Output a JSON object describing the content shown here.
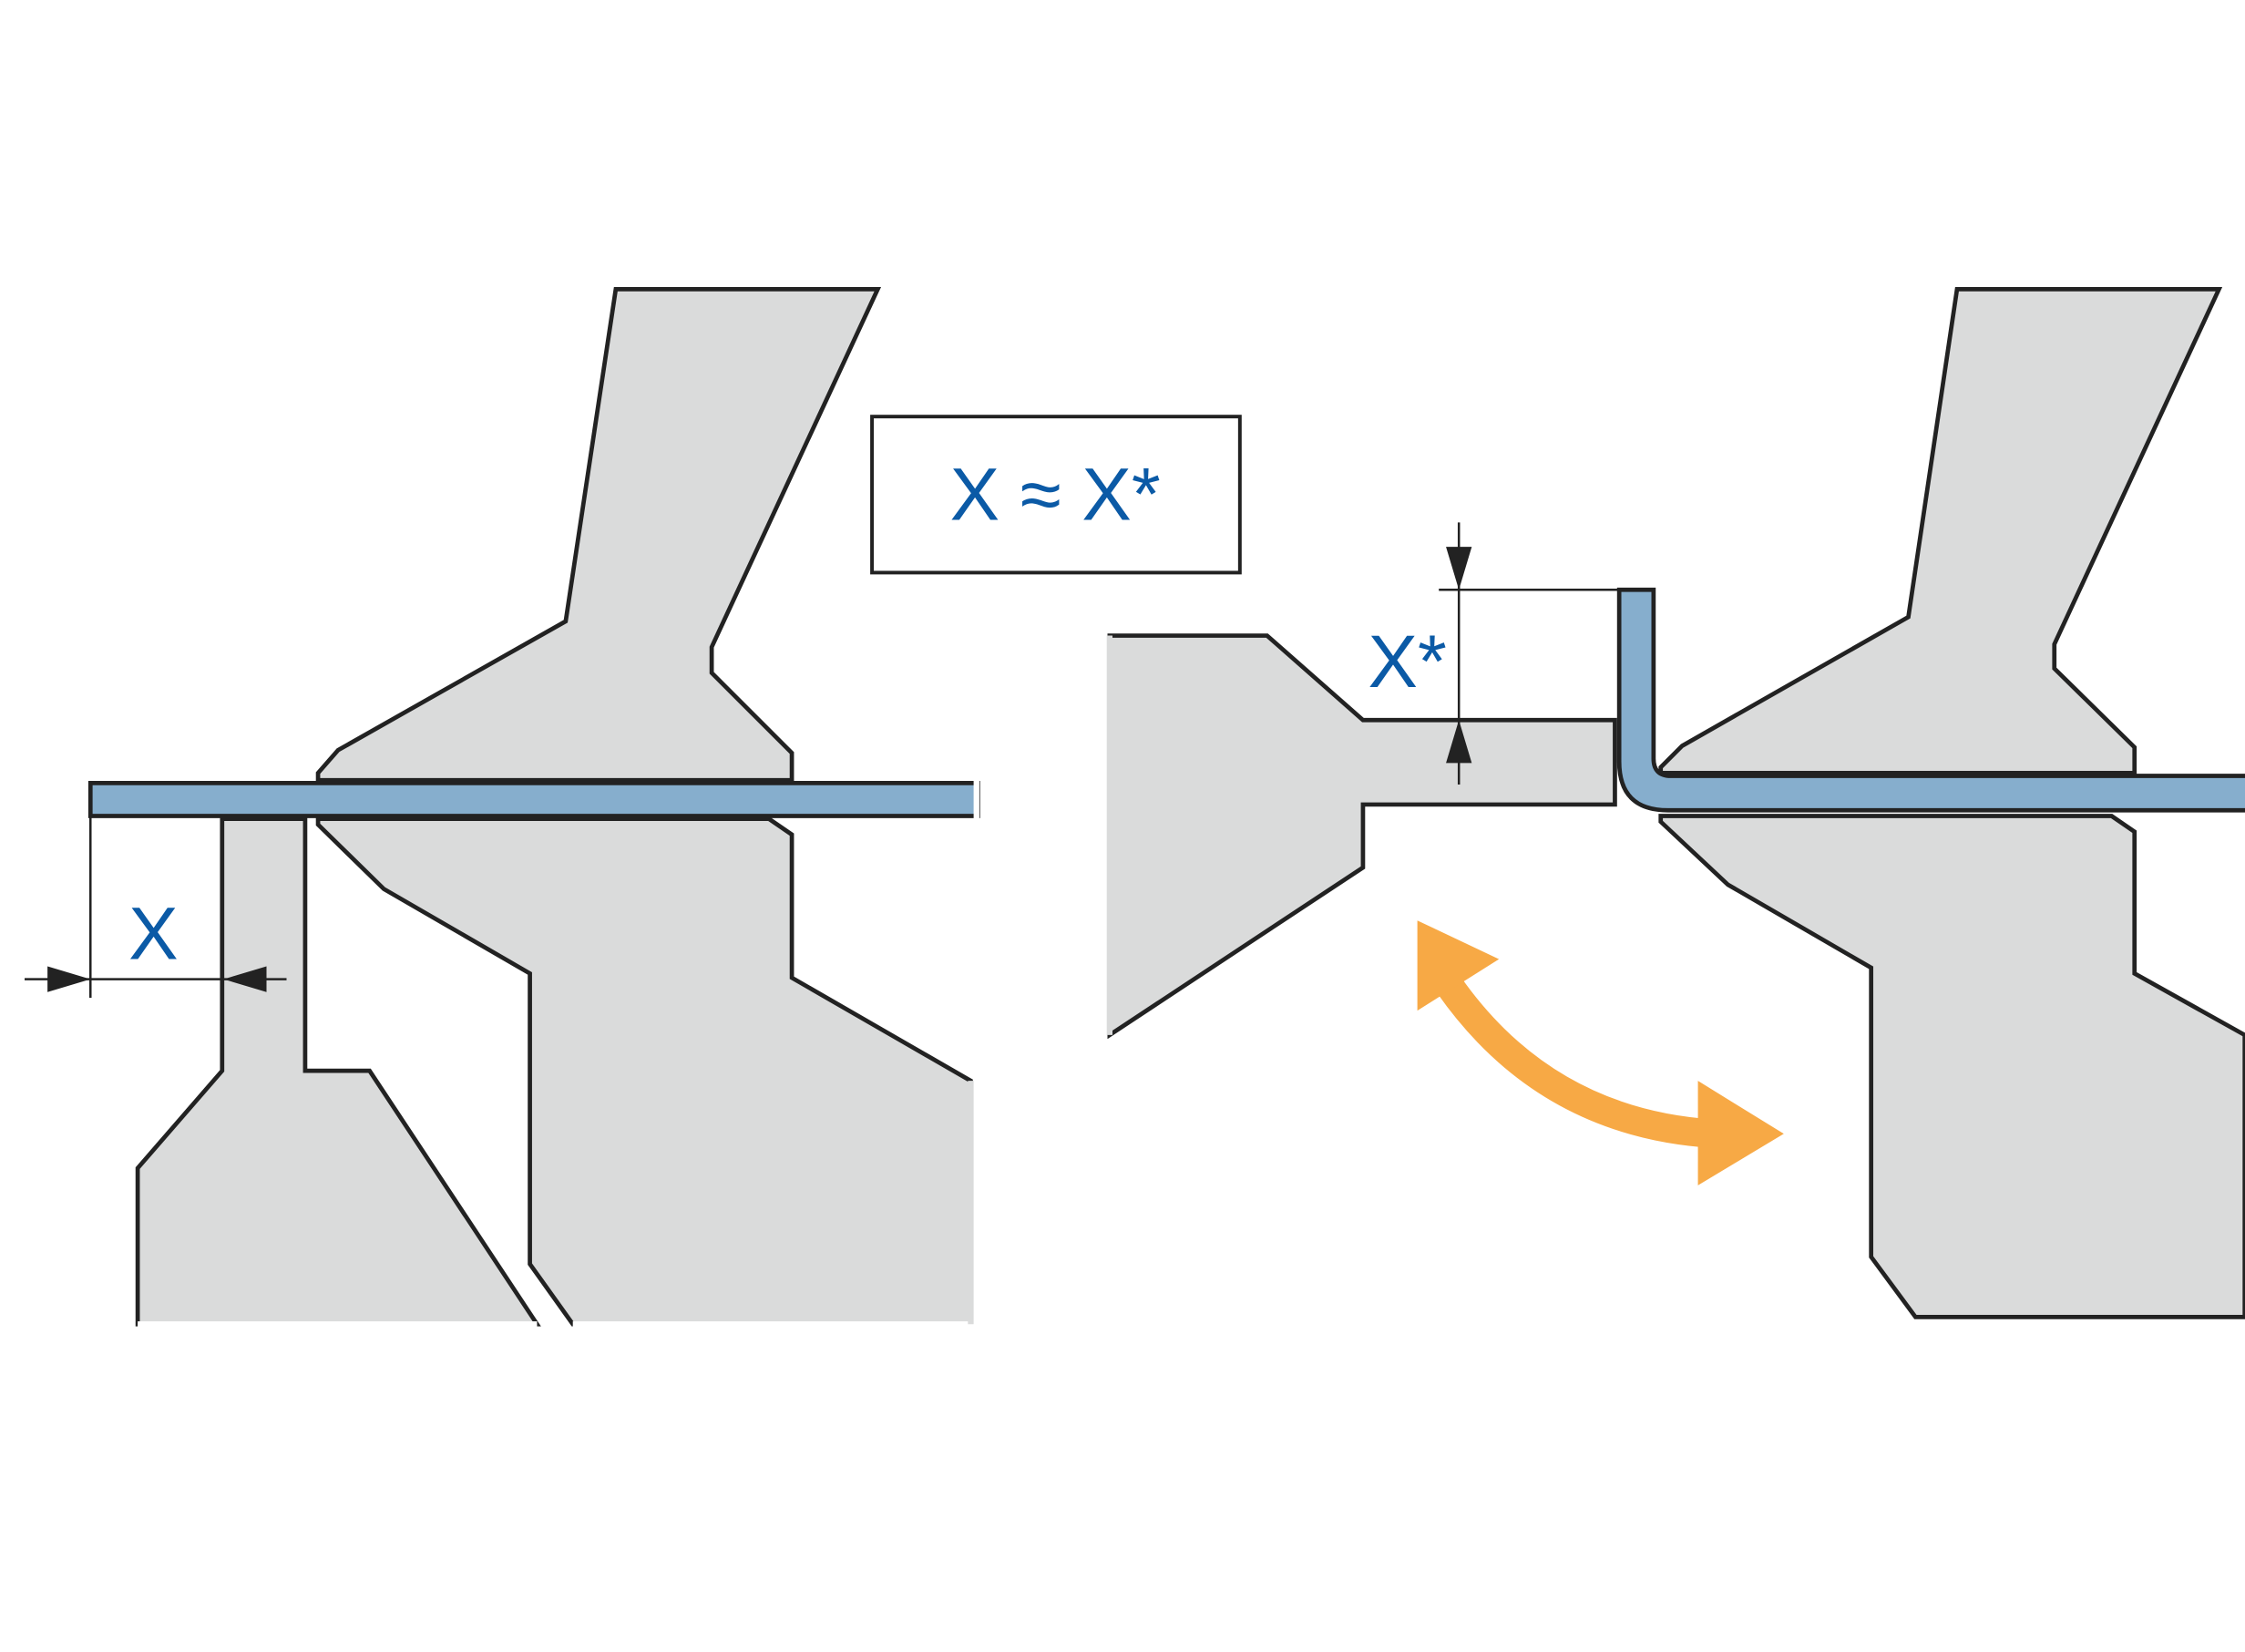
{
  "labels": {
    "left_dimension": "X",
    "right_dimension": "X*",
    "equation": "X ≈ X*"
  },
  "colors": {
    "tool_fill": "#dadbdb",
    "sheet_fill": "#86aecd",
    "label_blue": "#0b5aa6",
    "motion_arrow": "#f7a945"
  }
}
